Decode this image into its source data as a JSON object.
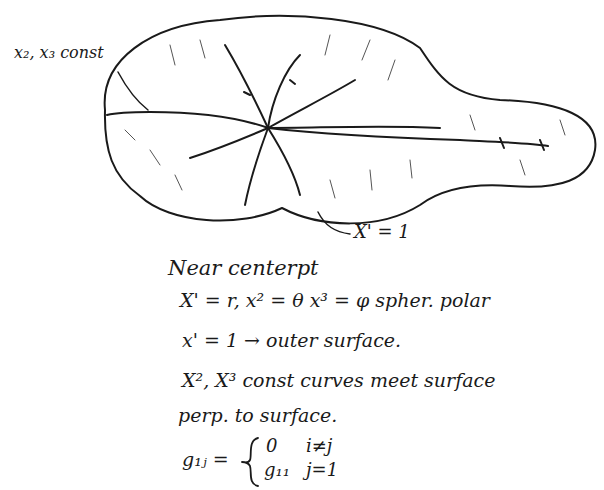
{
  "diagram": {
    "labels": [
      "x₂, x₃ const",
      "X' = 1",
      "Near centerpt",
      "X' = r, x² = θ  x³ = φ  spher. polar",
      "x' = 1 → outer surface.",
      "X², X³ const curves meet surface",
      "perp. to surface.",
      "g₁ⱼ =",
      "0",
      "i≠j",
      "g₁₁",
      "j=1"
    ]
  }
}
